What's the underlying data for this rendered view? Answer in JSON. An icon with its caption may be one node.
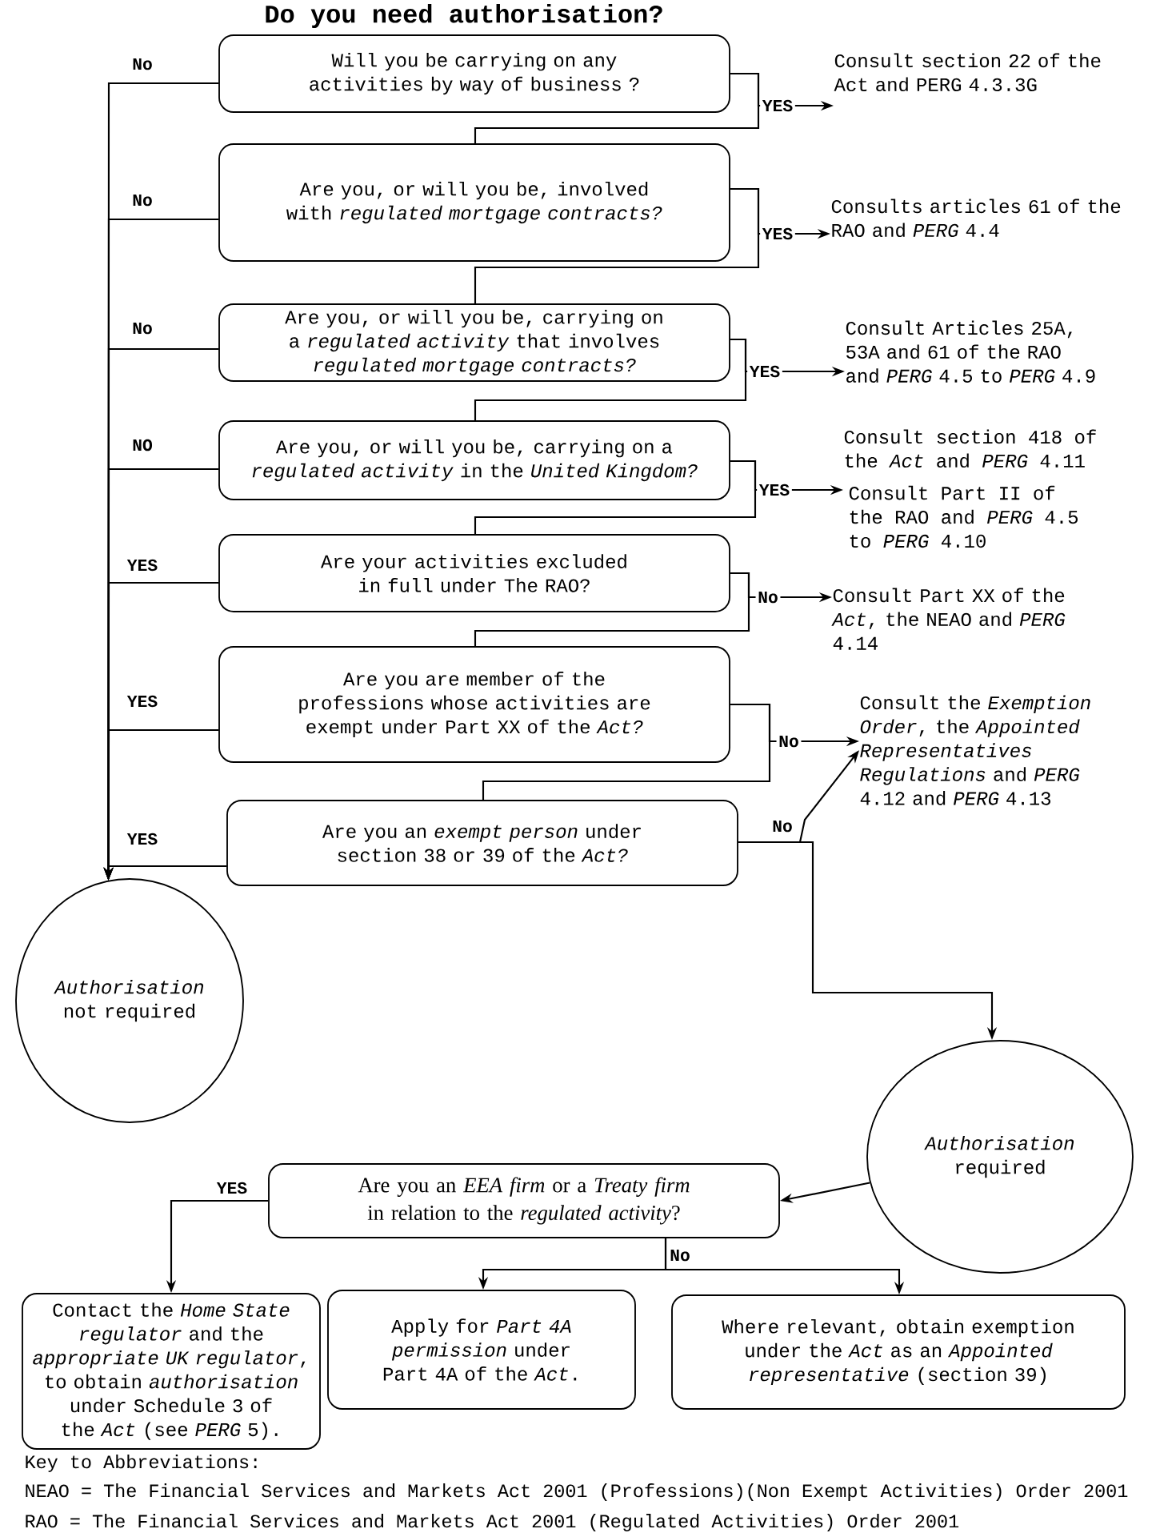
{
  "diagram": {
    "title": "Do you need authorisation?",
    "nodes": [
      {
        "text": [
          "Will you be carrying on any activities by way of business ?"
        ]
      },
      {
        "text": [
          "Are you, or will you be, involved with *regulated mortgage contracts?*"
        ]
      },
      {
        "text": [
          "Are you, or will you be, carrying on a *regulated activity* that involves *regulated mortgage contracts?*"
        ]
      },
      {
        "text": [
          "Are you, or will you be, carrying on a *regulated activity* in the *United Kingdom?*"
        ]
      },
      {
        "text": [
          "Are your activities excluded in full under The RAO?"
        ]
      },
      {
        "text": [
          "Are you are member of the professions whose activities are exempt under Part XX of the *Act?*"
        ]
      },
      {
        "text": [
          "Are you an *exempt person* under section 38 or 39 of the *Act?*"
        ]
      },
      {
        "text": [
          "*Authorisation* not required"
        ]
      },
      {
        "text": [
          "*Authorisation* required"
        ]
      },
      {
        "text": [
          "Are you an *EEA firm* or a *Treaty firm* in relation to the *regulated activity*?"
        ]
      },
      {
        "text": [
          "Contact the *Home State regulator* and the *appropriate UK regulator*, to obtain *authorisation* under Schedule 3 of the *Act* (see *PERG* 5)."
        ]
      },
      {
        "text": [
          "Apply for *Part 4A permission* under Part 4A of the *Act*."
        ]
      },
      {
        "text": [
          "Where relevant, obtain exemption under the *Act* as an *Appointed representative* (section 39)"
        ]
      },
      {
        "text": [
          "Consult section 22 of the Act and PERG 4.3.3G"
        ]
      },
      {
        "text": [
          "Consults articles 61 of the RAO and *PERG* 4.4"
        ]
      },
      {
        "text": [
          "Consult Articles 25A, 53A and 61 of the RAO and *PERG* 4.5 to *PERG* 4.9"
        ]
      },
      {
        "text": [
          "Consult section 418 of the *Act* and *PERG* 4.11",
          "Consult Part II of the RAO and *PERG* 4.5 to *PERG* 4.10"
        ]
      },
      {
        "text": [
          "Consult Part XX of the *Act*, the NEAO and *PERG* 4.14"
        ]
      },
      {
        "text": [
          "Consult the *Exemption Order*, the *Appointed Representatives Regulations* and *PERG* 4.12 and *PERG* 4.13"
        ]
      }
    ],
    "edges": [
      {
        "from": 0,
        "to": 13,
        "arrow": "to",
        "label": "YES"
      },
      {
        "from": 0,
        "to": 1,
        "arrow": "none"
      },
      {
        "from": 0,
        "to": 7,
        "arrow": "to",
        "label": "No"
      },
      {
        "from": 1,
        "to": 14,
        "arrow": "to",
        "label": "YES"
      },
      {
        "from": 1,
        "to": 2,
        "arrow": "none"
      },
      {
        "from": 1,
        "to": 7,
        "arrow": "to",
        "label": "No"
      },
      {
        "from": 2,
        "to": 15,
        "arrow": "to",
        "label": "YES"
      },
      {
        "from": 2,
        "to": 3,
        "arrow": "none"
      },
      {
        "from": 2,
        "to": 7,
        "arrow": "to",
        "label": "No"
      },
      {
        "from": 3,
        "to": 16,
        "arrow": "to",
        "label": "YES"
      },
      {
        "from": 3,
        "to": 4,
        "arrow": "none"
      },
      {
        "from": 3,
        "to": 7,
        "arrow": "to",
        "label": "NO"
      },
      {
        "from": 4,
        "to": 17,
        "arrow": "to",
        "label": "No"
      },
      {
        "from": 4,
        "to": 5,
        "arrow": "none"
      },
      {
        "from": 4,
        "to": 7,
        "arrow": "to",
        "label": "YES"
      },
      {
        "from": 5,
        "to": 18,
        "arrow": "to",
        "label": "No"
      },
      {
        "from": 5,
        "to": 6,
        "arrow": "none"
      },
      {
        "from": 5,
        "to": 7,
        "arrow": "to",
        "label": "YES"
      },
      {
        "from": 6,
        "to": 18,
        "arrow": "to",
        "label": "No"
      },
      {
        "from": 6,
        "to": 8,
        "arrow": "to"
      },
      {
        "from": 6,
        "to": 7,
        "arrow": "to",
        "label": "YES"
      },
      {
        "from": 8,
        "to": 9,
        "arrow": "to"
      },
      {
        "from": 9,
        "to": 10,
        "arrow": "to",
        "label": "YES"
      },
      {
        "from": 9,
        "to": 11,
        "arrow": "to",
        "label": "No"
      },
      {
        "from": 9,
        "to": 12,
        "arrow": "to"
      }
    ],
    "labels": [
      "Key to Abbreviations:",
      "NEAO = The Financial Services and Markets Act 2001 (Professions)(Non Exempt Activities) Order 2001",
      "RAO = The Financial Services and Markets Act 2001 (Regulated Activities) Order 2001"
    ]
  }
}
